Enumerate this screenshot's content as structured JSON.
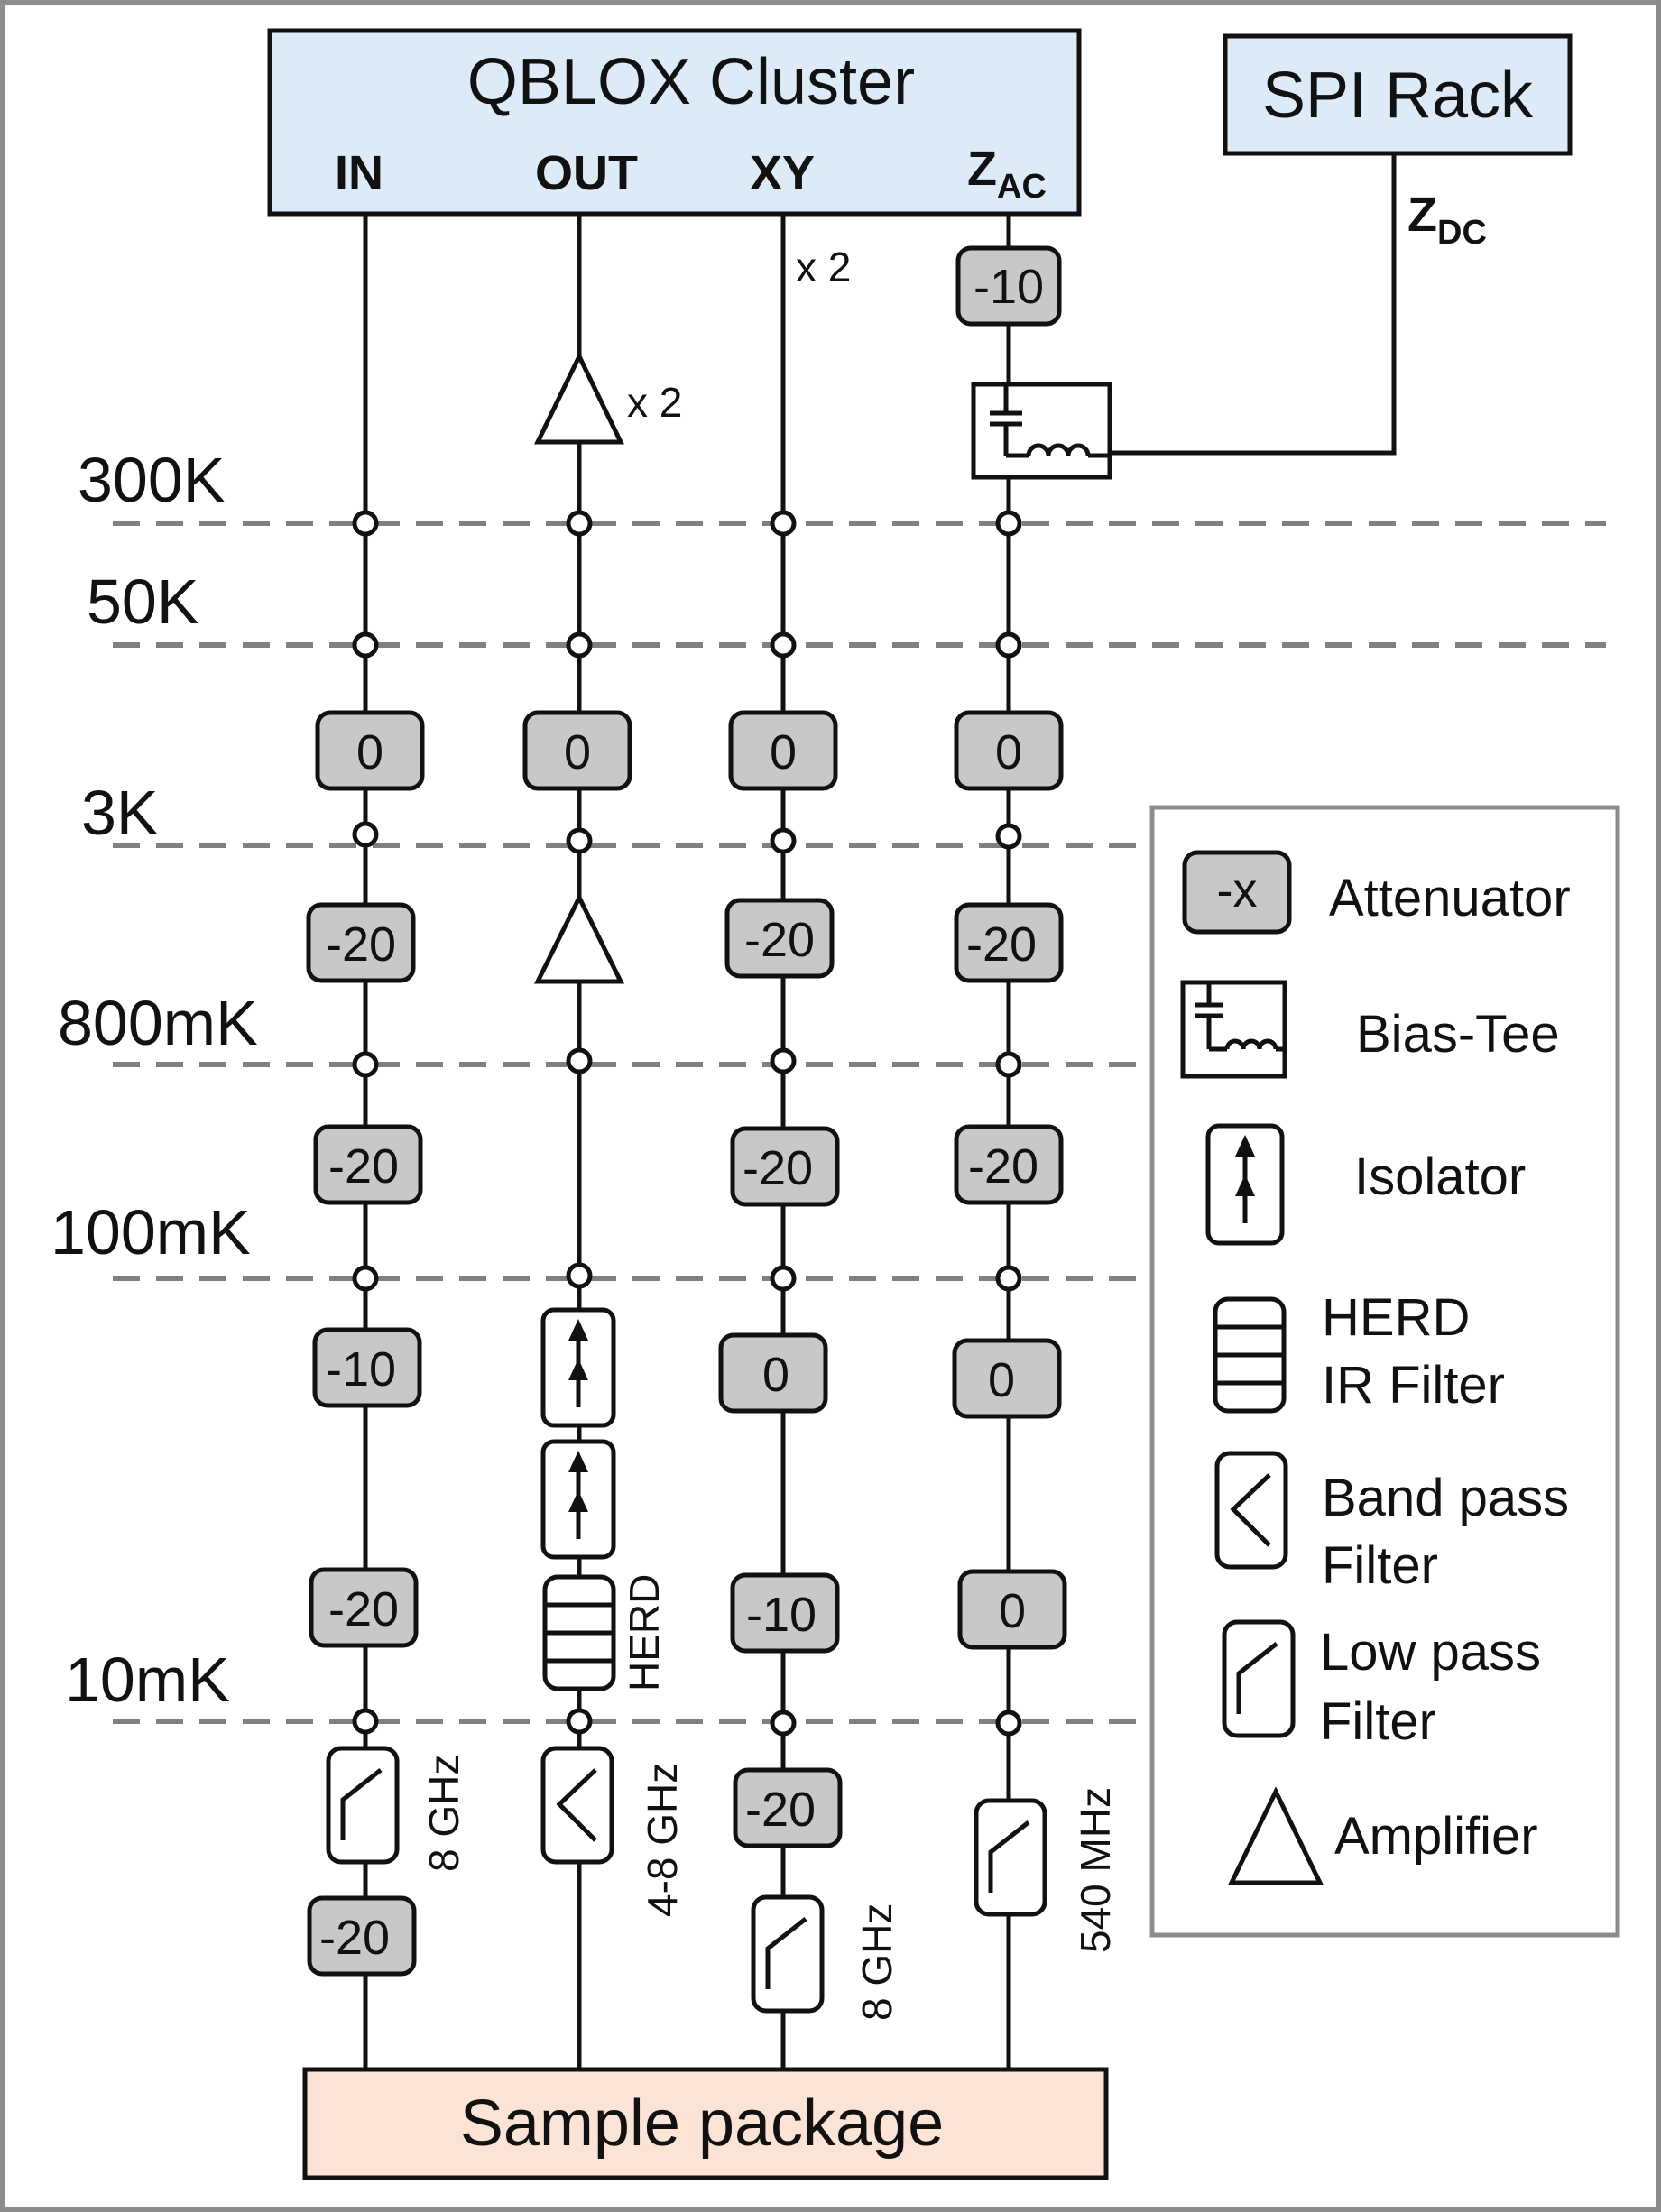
{
  "cluster": {
    "title": "QBLOX Cluster",
    "ports": {
      "in": "IN",
      "out": "OUT",
      "xy": "XY",
      "zac_main": "Z",
      "zac_sub": "AC"
    }
  },
  "spi": {
    "title": "SPI Rack",
    "zdc_main": "Z",
    "zdc_sub": "DC"
  },
  "multiplier": {
    "xy": "x 2",
    "amp": "x 2"
  },
  "temperatures": [
    "300K",
    "50K",
    "3K",
    "800mK",
    "100mK",
    "10mK"
  ],
  "attenuators": {
    "zac_top": "-10",
    "row_0": [
      "0",
      "0",
      "0",
      "0"
    ],
    "row_3k": [
      "-20",
      "-20",
      "-20"
    ],
    "row_800": [
      "-20",
      "-20",
      "-20"
    ],
    "row_100_a": [
      "-10",
      "0",
      "0"
    ],
    "row_100_b": [
      "-20",
      "-10",
      "0"
    ],
    "in_bottom": "-20",
    "xy_bottom": "-20"
  },
  "filter_labels": {
    "in": "8 GHz",
    "out": "4-8 GHz",
    "xy": "8 GHz",
    "zac": "540 MHz",
    "herd": "HERD"
  },
  "sample": "Sample package",
  "legend": {
    "attenuator_symbol": "-x",
    "attenuator": "Attenuator",
    "bias_tee": "Bias-Tee",
    "isolator": "Isolator",
    "herd_line1": "HERD",
    "herd_line2": "IR Filter",
    "bandpass_line1": "Band pass",
    "bandpass_line2": "Filter",
    "lowpass_line1": "Low pass",
    "lowpass_line2": "Filter",
    "amplifier": "Amplifier"
  },
  "colors": {
    "cluster_fill": "#dcebf7",
    "sample_fill": "#fbe3d6",
    "attenuator_fill": "#c8c8c8",
    "stroke": "#111111",
    "dash": "#7f7f7f"
  }
}
